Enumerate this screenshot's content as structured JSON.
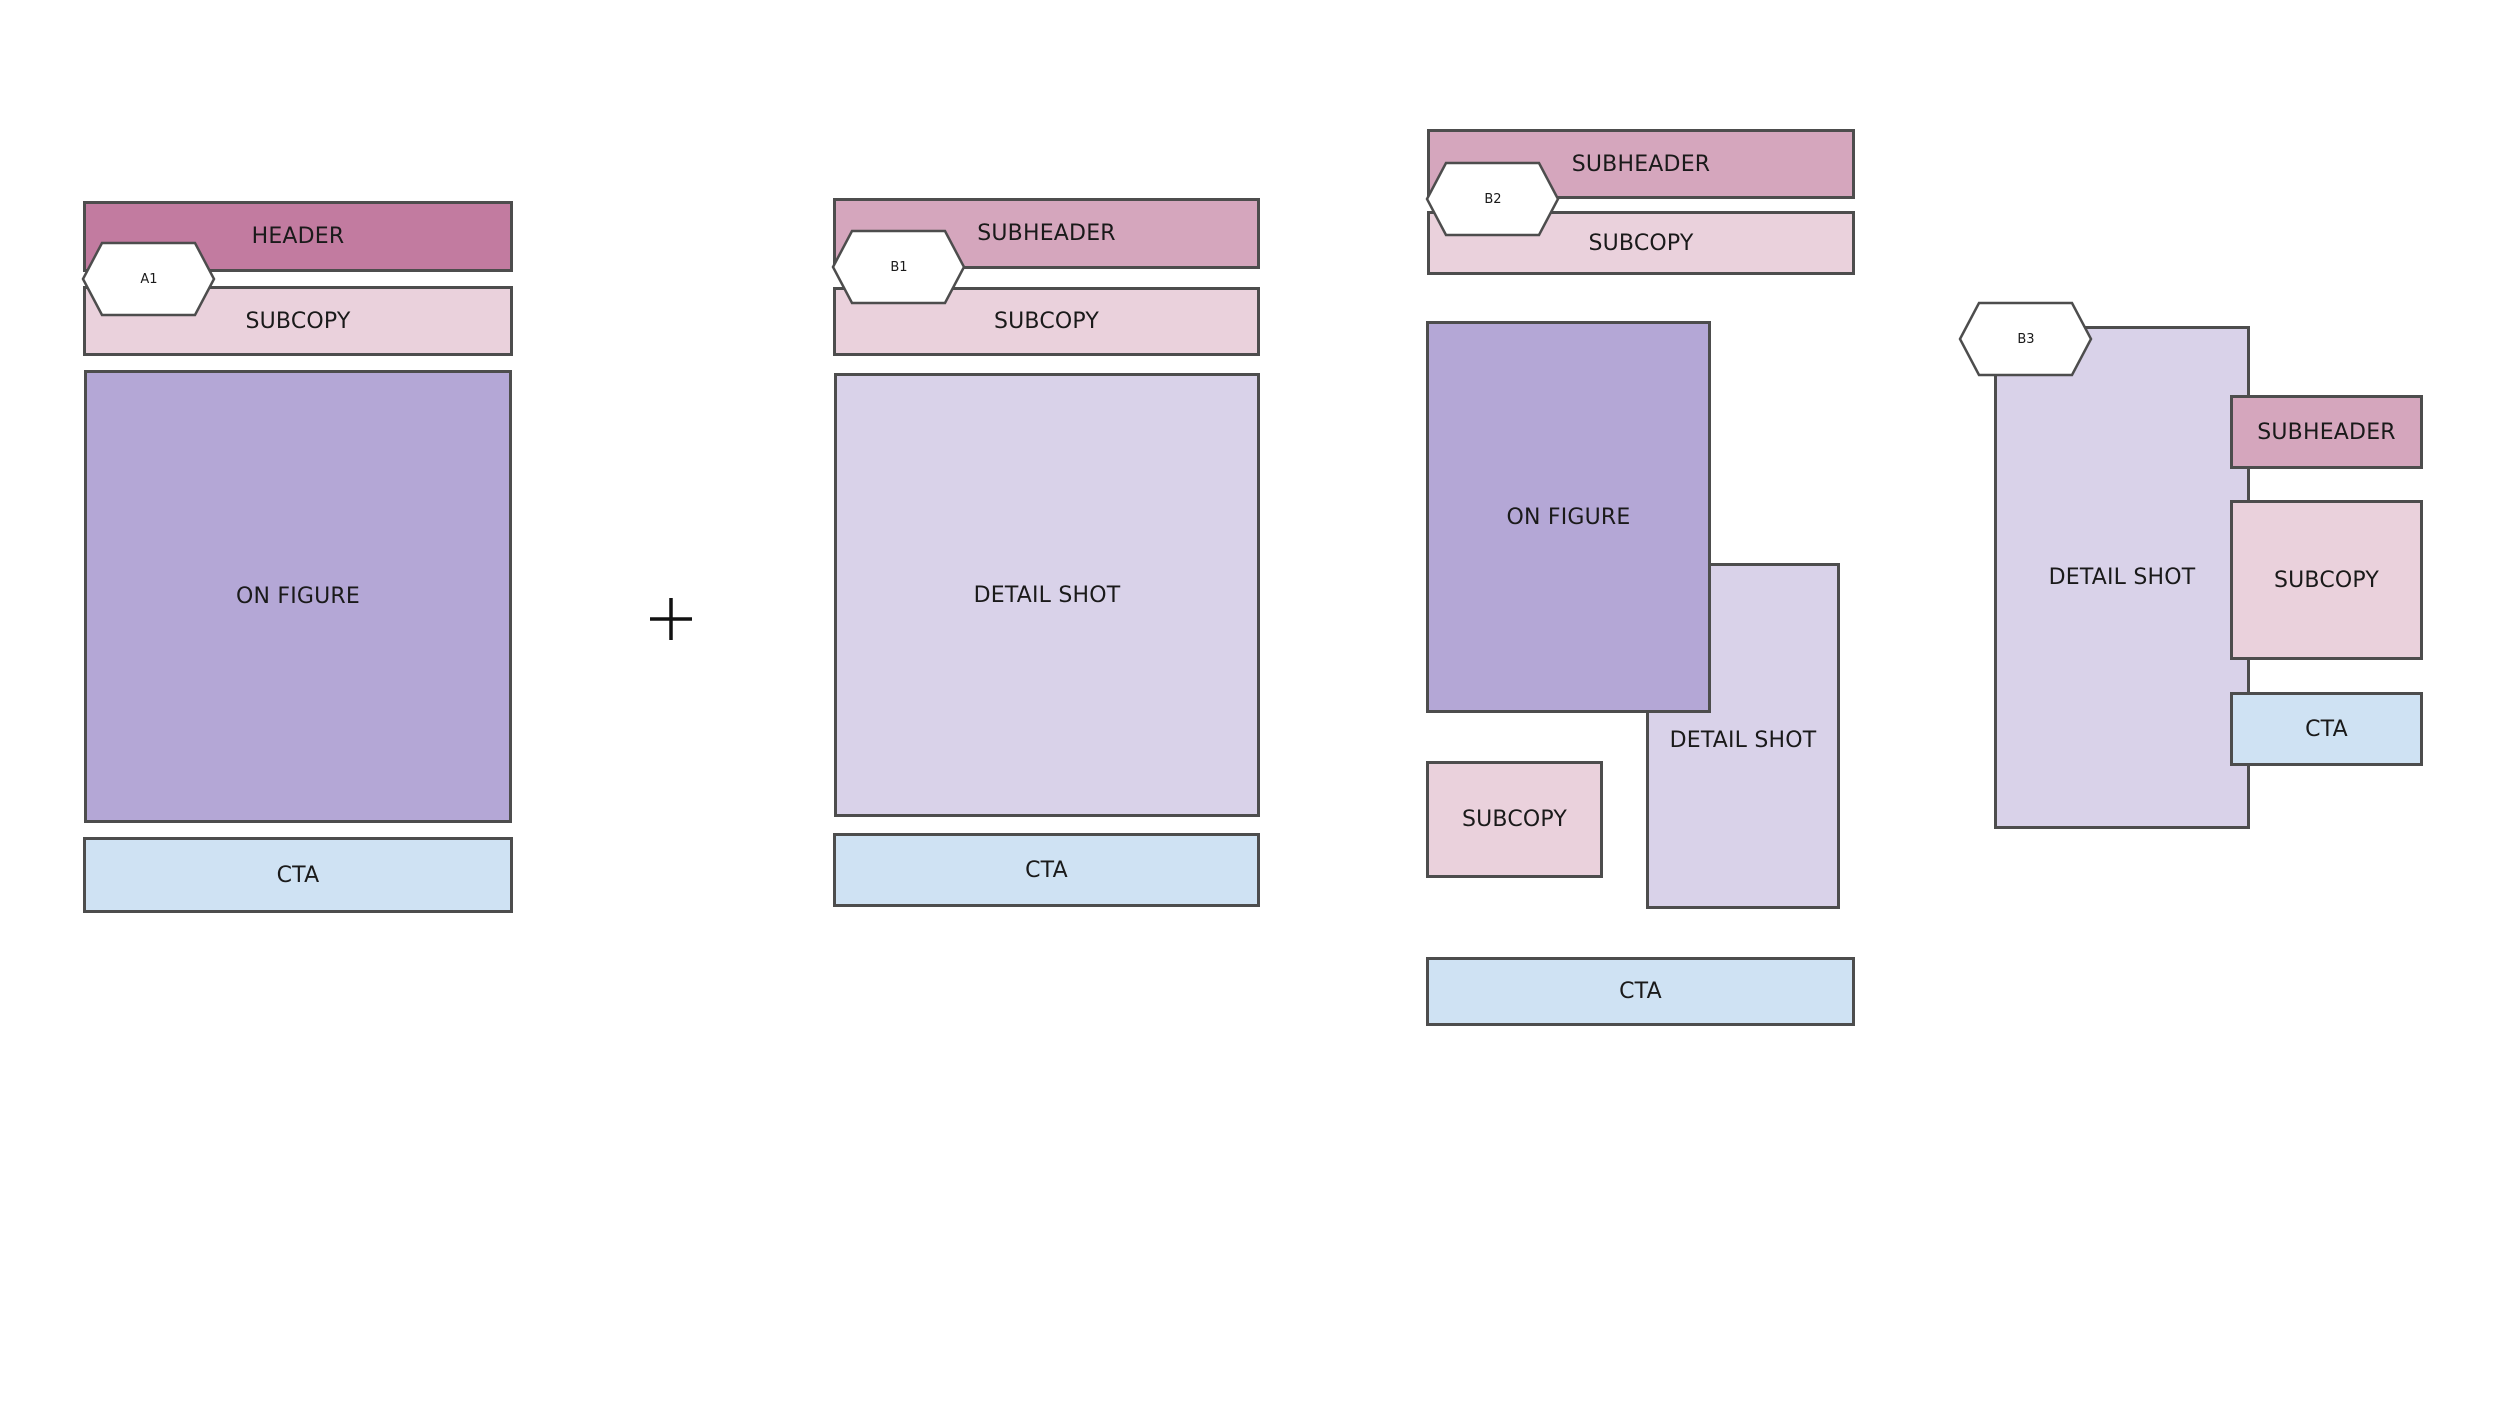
{
  "layouts": {
    "a1": {
      "header": "HEADER",
      "subcopy": "SUBCOPY",
      "figure": "ON FIGURE",
      "cta": "CTA",
      "badge": "A1"
    },
    "b1": {
      "subheader": "SUBHEADER",
      "subcopy": "SUBCOPY",
      "detail": "DETAIL SHOT",
      "cta": "CTA",
      "badge": "B1"
    },
    "b2": {
      "subheader": "SUBHEADER",
      "subcopy_top": "SUBCOPY",
      "figure": "ON FIGURE",
      "detail": "DETAIL SHOT",
      "subcopy_bottom": "SUBCOPY",
      "cta": "CTA",
      "badge": "B2"
    },
    "b3": {
      "detail": "DETAIL SHOT",
      "subheader": "SUBHEADER",
      "subcopy": "SUBCOPY",
      "cta": "CTA",
      "badge": "B3"
    }
  },
  "colors": {
    "header": "#c27ba0",
    "subheader": "#d5a6bd",
    "subcopy": "#ead1dc",
    "on_figure": "#b4a7d6",
    "detail_shot": "#d9d2e9",
    "cta": "#cfe2f3",
    "border": "#4d4d4d"
  },
  "icons": {
    "plus": "plus-icon",
    "badge": "hexagon-badge-icon"
  }
}
